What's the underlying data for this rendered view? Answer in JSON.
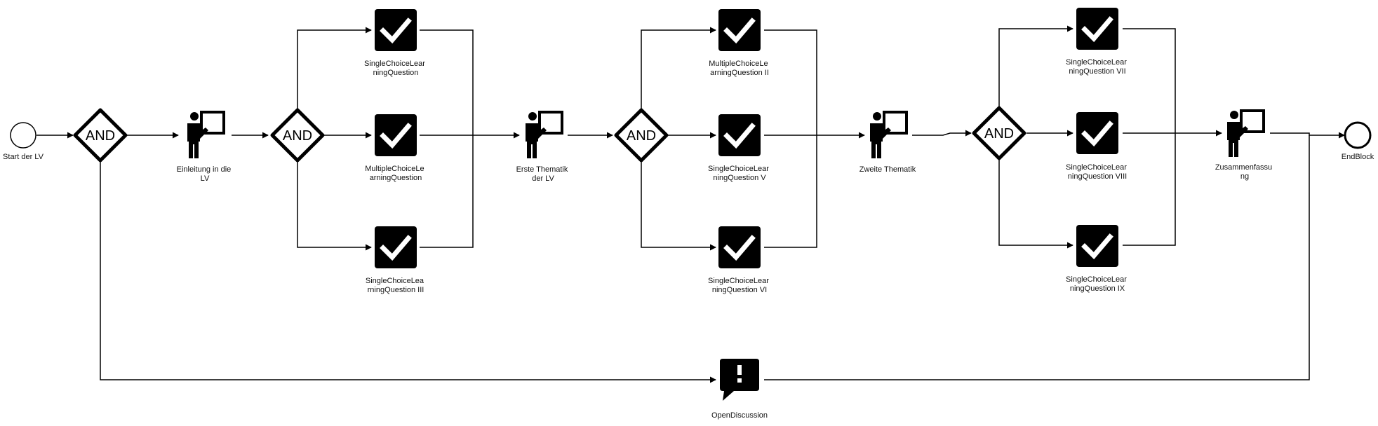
{
  "events": {
    "start": {
      "label": "Start der LV"
    },
    "end": {
      "label": "EndBlock"
    }
  },
  "gateways": {
    "g1": "AND",
    "g2": "AND",
    "g3": "AND",
    "g4": "AND"
  },
  "lectures": {
    "l1": [
      "Einleitung in die",
      "LV"
    ],
    "l2": [
      "Erste Thematik",
      "der LV"
    ],
    "l3": [
      "Zweite Thematik"
    ],
    "l4": [
      "Zusammenfassu",
      "ng"
    ]
  },
  "questions": {
    "q1": [
      "SingleChoiceLear",
      "ningQuestion"
    ],
    "q2": [
      "MultipleChoiceLe",
      "arningQuestion"
    ],
    "q3": [
      "SingleChoiceLea",
      "rningQuestion III"
    ],
    "q4": [
      "MultipleChoiceLe",
      "arningQuestion II"
    ],
    "q5": [
      "SingleChoiceLear",
      "ningQuestion V"
    ],
    "q6": [
      "SingleChoiceLear",
      "ningQuestion VI"
    ],
    "q7": [
      "SingleChoiceLear",
      "ningQuestion VII"
    ],
    "q8": [
      "SingleChoiceLear",
      "ningQuestion VIII"
    ],
    "q9": [
      "SingleChoiceLear",
      "ningQuestion IX"
    ]
  },
  "discussion": {
    "label": "OpenDiscussion"
  },
  "icons": {
    "question": "checkmark-icon",
    "lecture": "presenter-icon",
    "discussion": "speech-bubble-exclamation-icon"
  },
  "colors": {
    "stroke": "#000000",
    "fill": "#000000",
    "background": "#ffffff"
  }
}
